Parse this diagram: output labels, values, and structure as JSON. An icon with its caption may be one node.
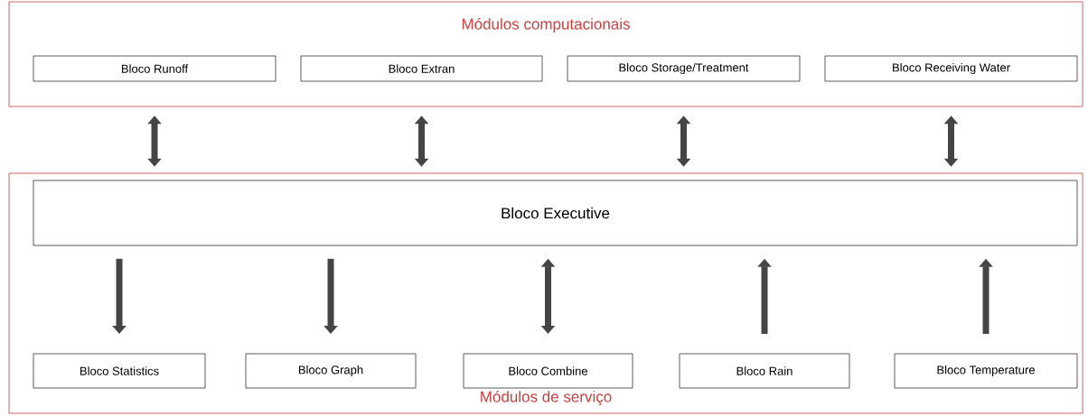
{
  "diagram": {
    "nodes": [
      {
        "text": [
          "Módulos computacionais"
        ]
      },
      {
        "text": [
          "Bloco Runoff"
        ],
        "in": 0
      },
      {
        "text": [
          "Bloco Extran"
        ],
        "in": 0
      },
      {
        "text": [
          "Bloco Storage/Treatment"
        ],
        "in": 0
      },
      {
        "text": [
          "Bloco Receiving Water"
        ],
        "in": 0
      },
      {
        "text": [
          "Módulos de serviço"
        ]
      },
      {
        "text": [
          "Bloco Executive"
        ],
        "in": 5
      },
      {
        "text": [
          "Bloco Statistics"
        ],
        "in": 5
      },
      {
        "text": [
          "Bloco Graph"
        ],
        "in": 5
      },
      {
        "text": [
          "Bloco Combine"
        ],
        "in": 5
      },
      {
        "text": [
          "Bloco Rain"
        ],
        "in": 5
      },
      {
        "text": [
          "Bloco Temperature"
        ],
        "in": 5
      }
    ],
    "edges": [
      {
        "from": 1,
        "to": 6,
        "arrow": "both"
      },
      {
        "from": 2,
        "to": 6,
        "arrow": "both"
      },
      {
        "from": 3,
        "to": 6,
        "arrow": "both"
      },
      {
        "from": 4,
        "to": 6,
        "arrow": "both"
      },
      {
        "from": 6,
        "to": 7,
        "arrow": "to"
      },
      {
        "from": 6,
        "to": 8,
        "arrow": "to"
      },
      {
        "from": 6,
        "to": 9,
        "arrow": "both"
      },
      {
        "from": 10,
        "to": 6,
        "arrow": "to"
      },
      {
        "from": 11,
        "to": 6,
        "arrow": "to"
      }
    ]
  }
}
